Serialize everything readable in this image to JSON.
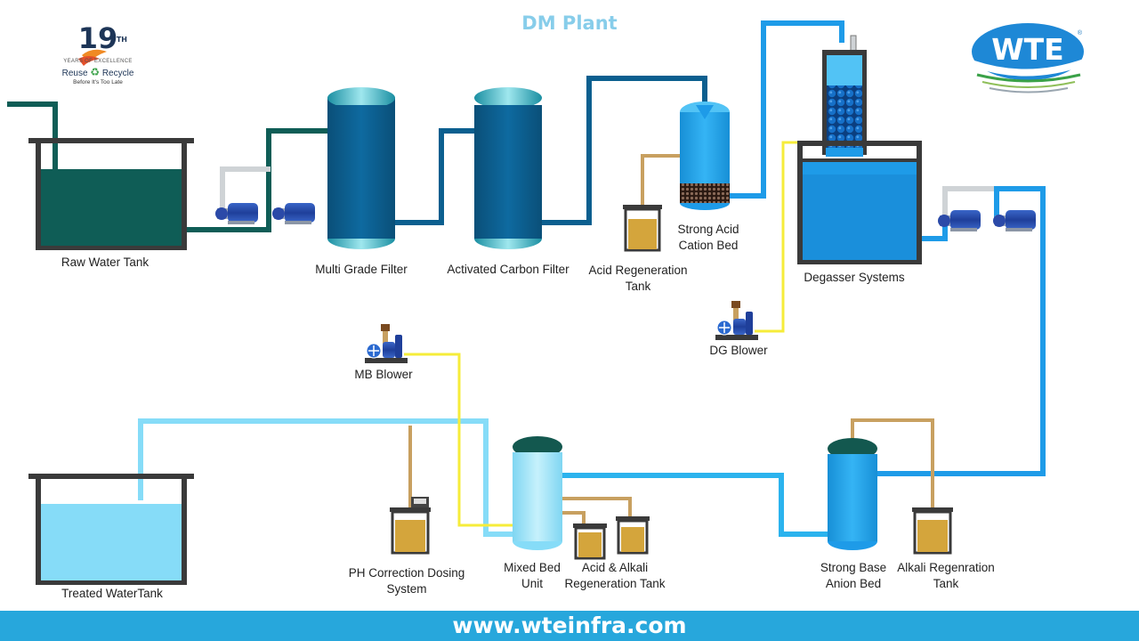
{
  "title": "DM Plant",
  "footer": {
    "url": "www.wteinfra.com"
  },
  "badge": {
    "number": "19",
    "suffix": "TH",
    "years_text": "YEARS OF EXCELLENCE",
    "reuse": "Reuse",
    "recycle": "Recycle",
    "tagline": "Before It's Too Late"
  },
  "logo": {
    "text": "WTE",
    "registered": "®"
  },
  "labels": {
    "raw_water_tank": "Raw Water Tank",
    "multi_grade_filter": "Multi Grade Filter",
    "activated_carbon_filter": "Activated Carbon Filter",
    "acid_regen_tank_1": "Acid Regeneration",
    "acid_regen_tank_2": "Tank",
    "strong_acid_1": "Strong Acid",
    "strong_acid_2": "Cation Bed",
    "degasser": "Degasser Systems",
    "dg_blower": "DG Blower",
    "mb_blower": "MB Blower",
    "treated_tank": "Treated WaterTank",
    "ph_dosing_1": "PH Correction Dosing",
    "ph_dosing_2": "System",
    "mixed_bed_1": "Mixed Bed",
    "mixed_bed_2": "Unit",
    "acid_alkali_1": "Acid & Alkali",
    "acid_alkali_2": "Regeneration Tank",
    "strong_base_1": "Strong Base",
    "strong_base_2": "Anion Bed",
    "alkali_regen_1": "Alkali Regenration",
    "alkali_regen_2": "Tank"
  },
  "colors": {
    "raw_water": "#0f5d56",
    "filter_blue": "#0b5f8f",
    "process_blue": "#1e9be8",
    "treated_blue": "#86dcf8",
    "chemical_line": "#c8a060",
    "chemical_fill": "#d4a53c",
    "air_line": "#f6ec3a",
    "tank_frame": "#3a3a3a",
    "footer": "#27a7dc"
  }
}
